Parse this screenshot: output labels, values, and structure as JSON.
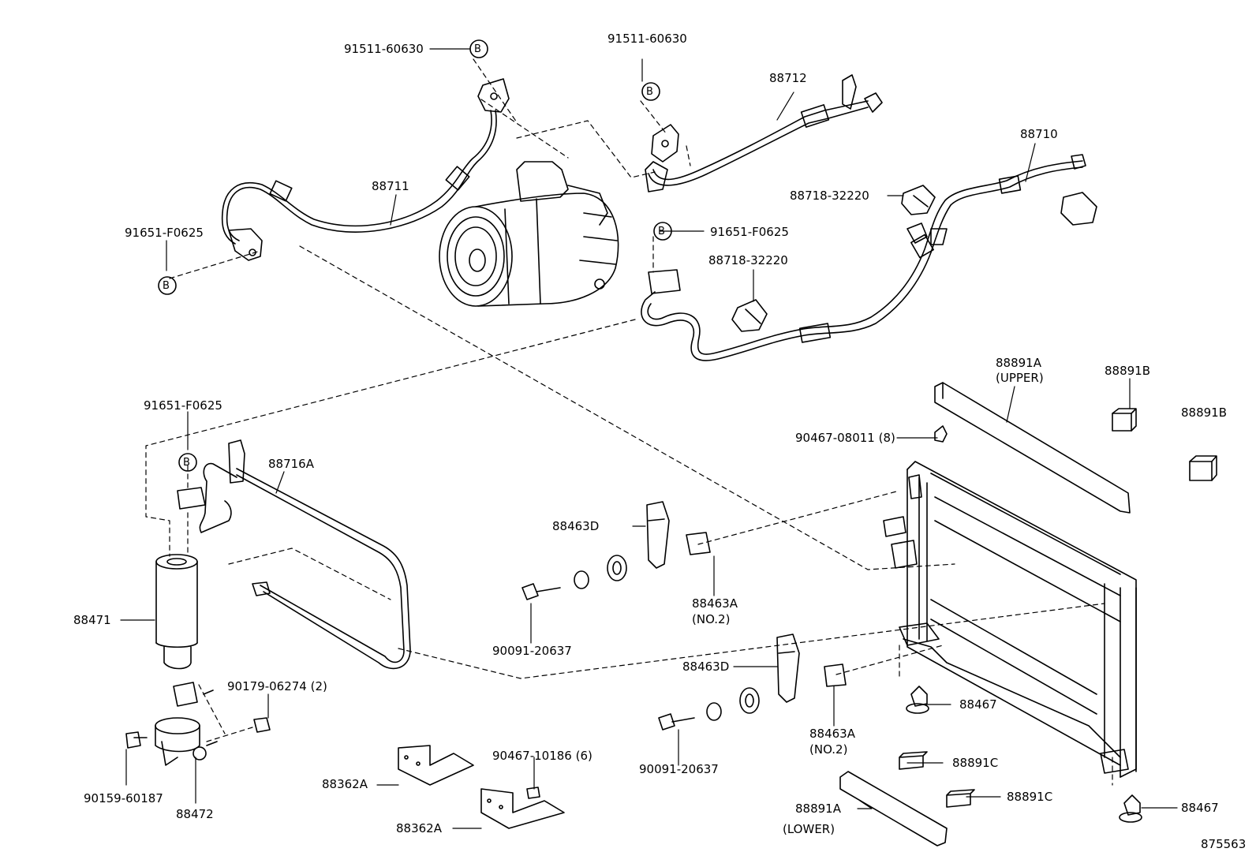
{
  "diagram": {
    "circle_letter": "B",
    "catalog_number": "875563",
    "labels": {
      "p91511_left": "91511-60630",
      "p91511_right": "91511-60630",
      "p88711": "88711",
      "p88712": "88712",
      "p88710": "88710",
      "p91651_tl": "91651-F0625",
      "p91651_mid": "91651-F0625",
      "p91651_low": "91651-F0625",
      "p88718_a": "88718-32220",
      "p88718_b": "88718-32220",
      "p88891a_upper": "88891A",
      "upper_note": "(UPPER)",
      "p88891b_1": "88891B",
      "p88891b_2": "88891B",
      "p90467_08011": "90467-08011 (8)",
      "p88716a": "88716A",
      "p88463d_1": "88463D",
      "p88463a_1": "88463A",
      "no2_1": "(NO.2)",
      "p88471": "88471",
      "p90091_1": "90091-20637",
      "p90179": "90179-06274 (2)",
      "p88463d_2": "88463D",
      "p88463a_2": "88463A",
      "no2_2": "(NO.2)",
      "p88467_1": "88467",
      "p90159": "90159-60187",
      "p88472": "88472",
      "p90467_10186": "90467-10186 (6)",
      "p90091_2": "90091-20637",
      "p88891c_1": "88891C",
      "p88362a_1": "88362A",
      "p88891c_2": "88891C",
      "p88891a_lower": "88891A",
      "lower_note": "(LOWER)",
      "p88467_2": "88467",
      "p88362a_2": "88362A"
    }
  }
}
